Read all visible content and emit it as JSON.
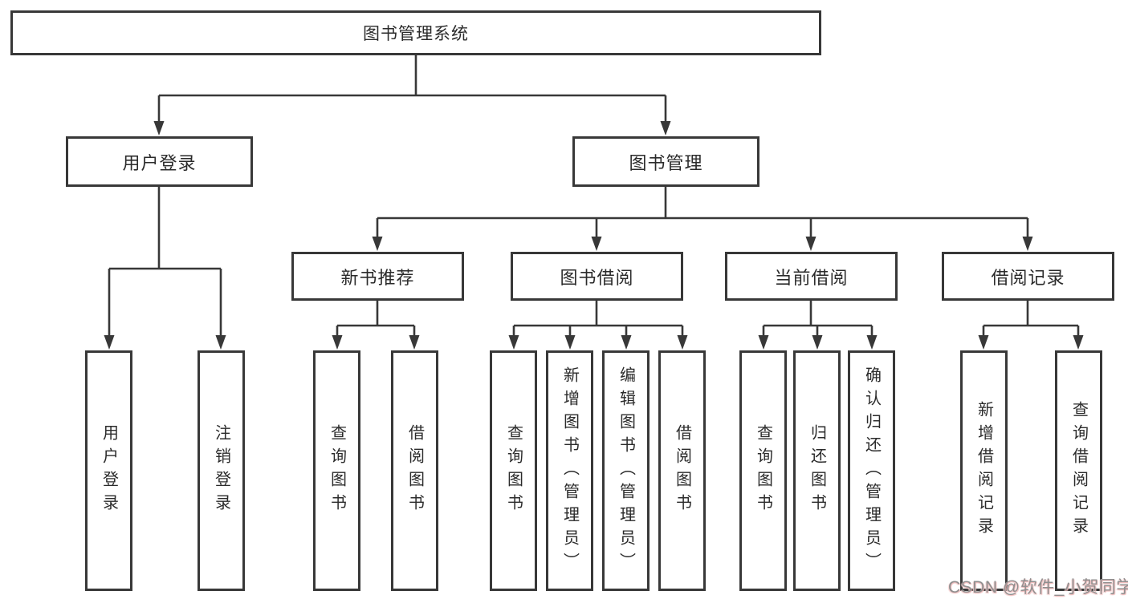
{
  "diagram": {
    "root": {
      "label": "图书管理系统"
    },
    "level2": [
      {
        "label": "用户登录"
      },
      {
        "label": "图书管理"
      }
    ],
    "level3": [
      {
        "label": "新书推荐"
      },
      {
        "label": "图书借阅"
      },
      {
        "label": "当前借阅"
      },
      {
        "label": "借阅记录"
      }
    ],
    "leaves": {
      "user_login": [
        {
          "label": "用户登录"
        },
        {
          "label": "注销登录"
        }
      ],
      "new_book_recommend": [
        {
          "label": "查询图书"
        },
        {
          "label": "借阅图书"
        }
      ],
      "book_borrow": [
        {
          "label": "查询图书"
        },
        {
          "label": "新增图书（管理员）"
        },
        {
          "label": "编辑图书（管理员）"
        },
        {
          "label": "借阅图书"
        }
      ],
      "current_borrow": [
        {
          "label": "查询图书"
        },
        {
          "label": "归还图书"
        },
        {
          "label": "确认归还（管理员）"
        }
      ],
      "borrow_records": [
        {
          "label": "新增借阅记录"
        },
        {
          "label": "查询借阅记录"
        }
      ]
    },
    "watermark": "CSDN @软件_小贺同学",
    "colors": {
      "line": "#383838",
      "text": "#2b2b2b",
      "background": "#ffffff",
      "watermark_text": "#8f8f8f",
      "watermark_shadow": "#eeb7b7"
    }
  }
}
